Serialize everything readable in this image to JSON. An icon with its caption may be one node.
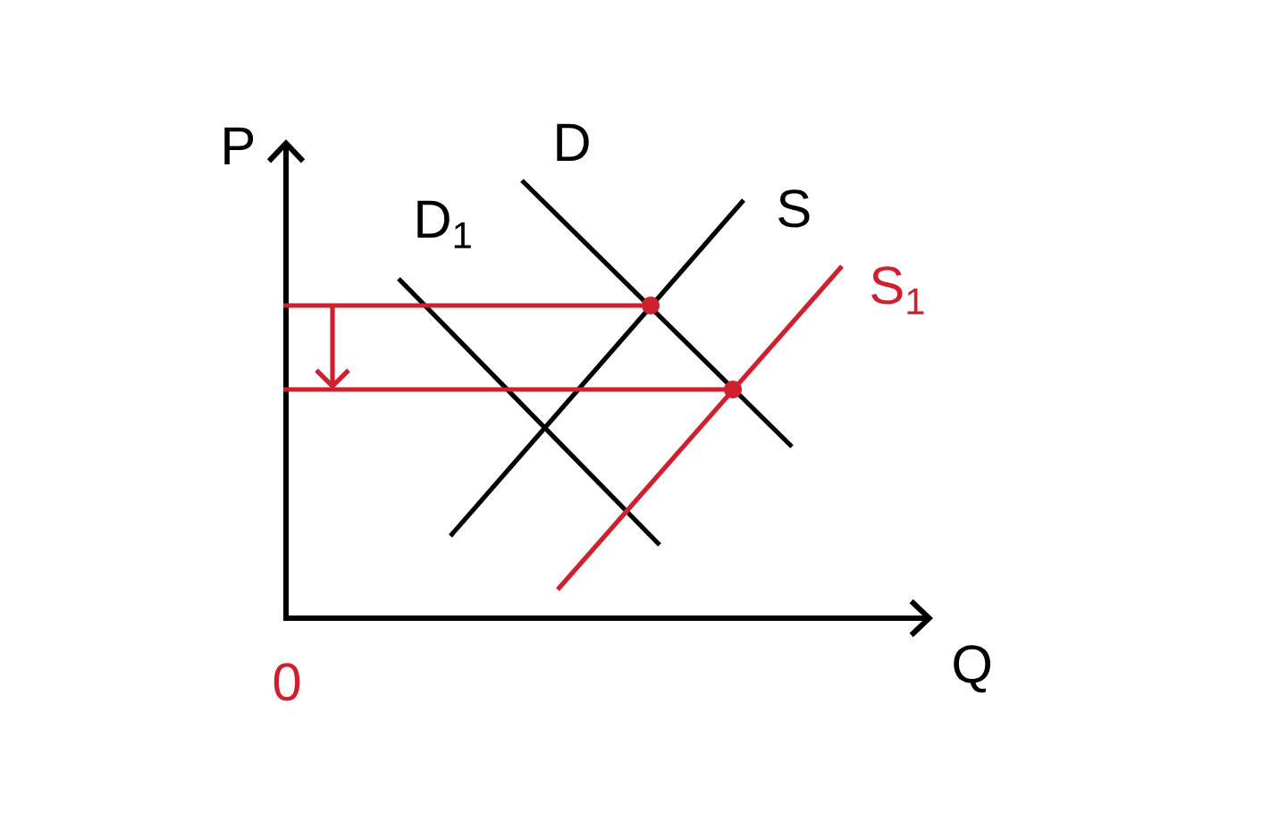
{
  "diagram": {
    "labels": [
      "P",
      "D",
      "D$_{1}$",
      "S",
      "S$_{1}$",
      "0",
      "Q"
    ]
  }
}
